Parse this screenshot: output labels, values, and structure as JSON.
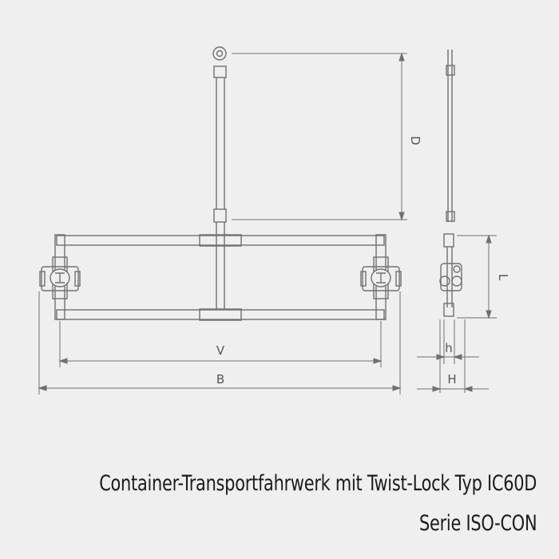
{
  "caption": {
    "line1": "Container-Transportfahrwerk mit Twist-Lock Typ IC60D",
    "line2": "Serie ISO-CON"
  },
  "dimensions": {
    "D": "D",
    "V": "V",
    "B": "B",
    "L": "L",
    "h": "h",
    "H": "H"
  },
  "colors": {
    "background": "#efefef",
    "line": "#6f6f6f",
    "text": "#1b1b1b"
  }
}
